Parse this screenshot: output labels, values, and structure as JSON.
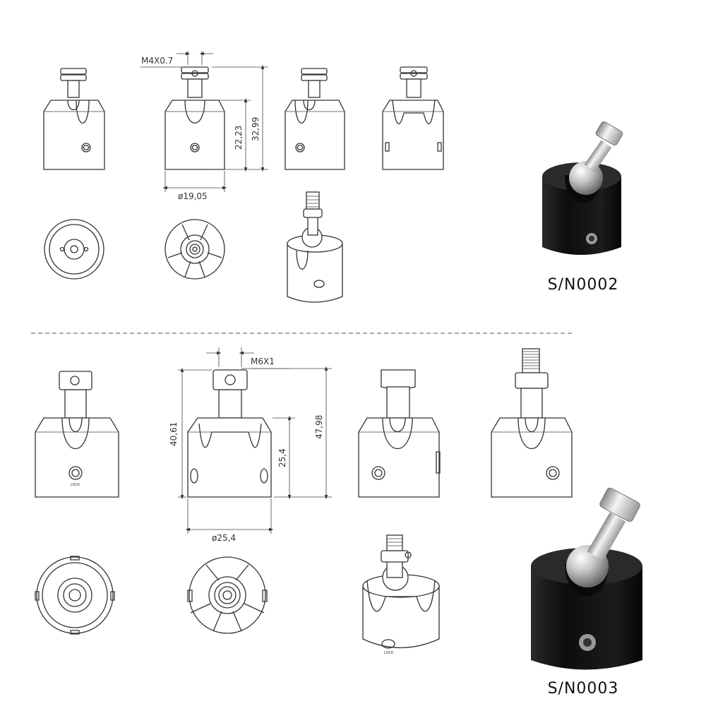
{
  "top_section": {
    "thread_label": "M4X0.7",
    "height_total": "32,99",
    "height_body": "22,23",
    "diameter": "ø19,05",
    "serial": "S/N0002"
  },
  "bottom_section": {
    "thread_label": "M6X1",
    "height_total": "47,98",
    "height_left": "40,61",
    "height_body": "25,4",
    "diameter": "ø25,4",
    "serial": "S/N0003",
    "lock_text": "LOCK"
  }
}
